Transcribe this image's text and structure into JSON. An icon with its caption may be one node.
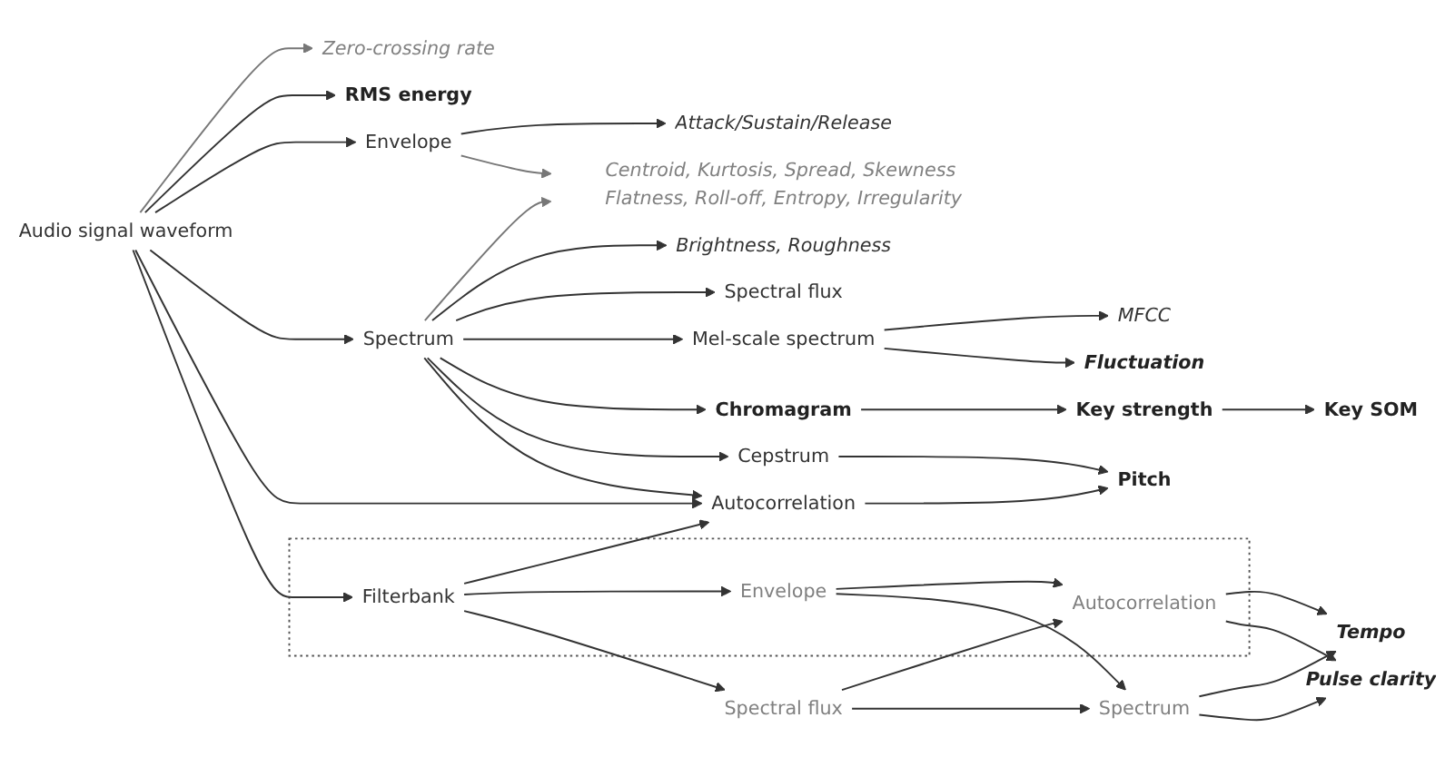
{
  "diagram": {
    "nodes": [
      {
        "text": [
          "Audio signal waveform"
        ]
      },
      {
        "text": [
          "Zero-crossing rate"
        ]
      },
      {
        "text": [
          "RMS energy"
        ]
      },
      {
        "text": [
          "Envelope"
        ]
      },
      {
        "text": [
          "Attack/Sustain/Release"
        ]
      },
      {
        "text": [
          "Centroid, Kurtosis, Spread, Skewness Flatness, Roll-off, Entropy, Irregularity"
        ]
      },
      {
        "text": [
          "Spectrum"
        ]
      },
      {
        "text": [
          "Brightness, Roughness"
        ]
      },
      {
        "text": [
          "Spectral flux"
        ]
      },
      {
        "text": [
          "Mel-scale spectrum"
        ]
      },
      {
        "text": [
          "MFCC"
        ]
      },
      {
        "text": [
          "Fluctuation"
        ]
      },
      {
        "text": [
          "Chromagram"
        ]
      },
      {
        "text": [
          "Key strength"
        ]
      },
      {
        "text": [
          "Key SOM"
        ]
      },
      {
        "text": [
          "Cepstrum"
        ]
      },
      {
        "text": [
          "Autocorrelation"
        ]
      },
      {
        "text": [
          "Pitch"
        ]
      },
      {
        "text": [],
        "shape": "box"
      },
      {
        "text": [
          "Filterbank"
        ],
        "in": 18
      },
      {
        "text": [
          "Envelope"
        ],
        "in": 18
      },
      {
        "text": [
          "Autocorrelation"
        ],
        "in": 18
      },
      {
        "text": [
          "Spectral flux"
        ]
      },
      {
        "text": [
          "Spectrum"
        ]
      },
      {
        "text": [
          "Tempo"
        ]
      },
      {
        "text": [
          "Pulse clarity"
        ]
      }
    ],
    "edges": [
      {
        "from": 0,
        "to": 1,
        "arrow": "to",
        "color": "#777777"
      },
      {
        "from": 0,
        "to": 2,
        "arrow": "to"
      },
      {
        "from": 0,
        "to": 3,
        "arrow": "to"
      },
      {
        "from": 0,
        "to": 6,
        "arrow": "to"
      },
      {
        "from": 0,
        "to": 16,
        "arrow": "to"
      },
      {
        "from": 0,
        "to": 19,
        "arrow": "to"
      },
      {
        "from": 3,
        "to": 4,
        "arrow": "to"
      },
      {
        "from": 3,
        "to": 5,
        "arrow": "to",
        "color": "#777777"
      },
      {
        "from": 6,
        "to": 5,
        "arrow": "to",
        "color": "#777777"
      },
      {
        "from": 6,
        "to": 7,
        "arrow": "to"
      },
      {
        "from": 6,
        "to": 8,
        "arrow": "to"
      },
      {
        "from": 6,
        "to": 9,
        "arrow": "to"
      },
      {
        "from": 6,
        "to": 12,
        "arrow": "to"
      },
      {
        "from": 6,
        "to": 15,
        "arrow": "to"
      },
      {
        "from": 6,
        "to": 16,
        "arrow": "to"
      },
      {
        "from": 9,
        "to": 10,
        "arrow": "to"
      },
      {
        "from": 9,
        "to": 11,
        "arrow": "to"
      },
      {
        "from": 12,
        "to": 13,
        "arrow": "to"
      },
      {
        "from": 13,
        "to": 14,
        "arrow": "to"
      },
      {
        "from": 15,
        "to": 17,
        "arrow": "to"
      },
      {
        "from": 16,
        "to": 17,
        "arrow": "to"
      },
      {
        "from": 19,
        "to": 16,
        "arrow": "to"
      },
      {
        "from": 19,
        "to": 20,
        "arrow": "to"
      },
      {
        "from": 19,
        "to": 22,
        "arrow": "to"
      },
      {
        "from": 20,
        "to": 21,
        "arrow": "to"
      },
      {
        "from": 20,
        "to": 23,
        "arrow": "to"
      },
      {
        "from": 22,
        "to": 21,
        "arrow": "to"
      },
      {
        "from": 22,
        "to": 23,
        "arrow": "to"
      },
      {
        "from": 21,
        "to": 24,
        "arrow": "to"
      },
      {
        "from": 21,
        "to": 25,
        "arrow": "to"
      },
      {
        "from": 23,
        "to": 24,
        "arrow": "to"
      },
      {
        "from": 23,
        "to": 25,
        "arrow": "to"
      }
    ]
  }
}
